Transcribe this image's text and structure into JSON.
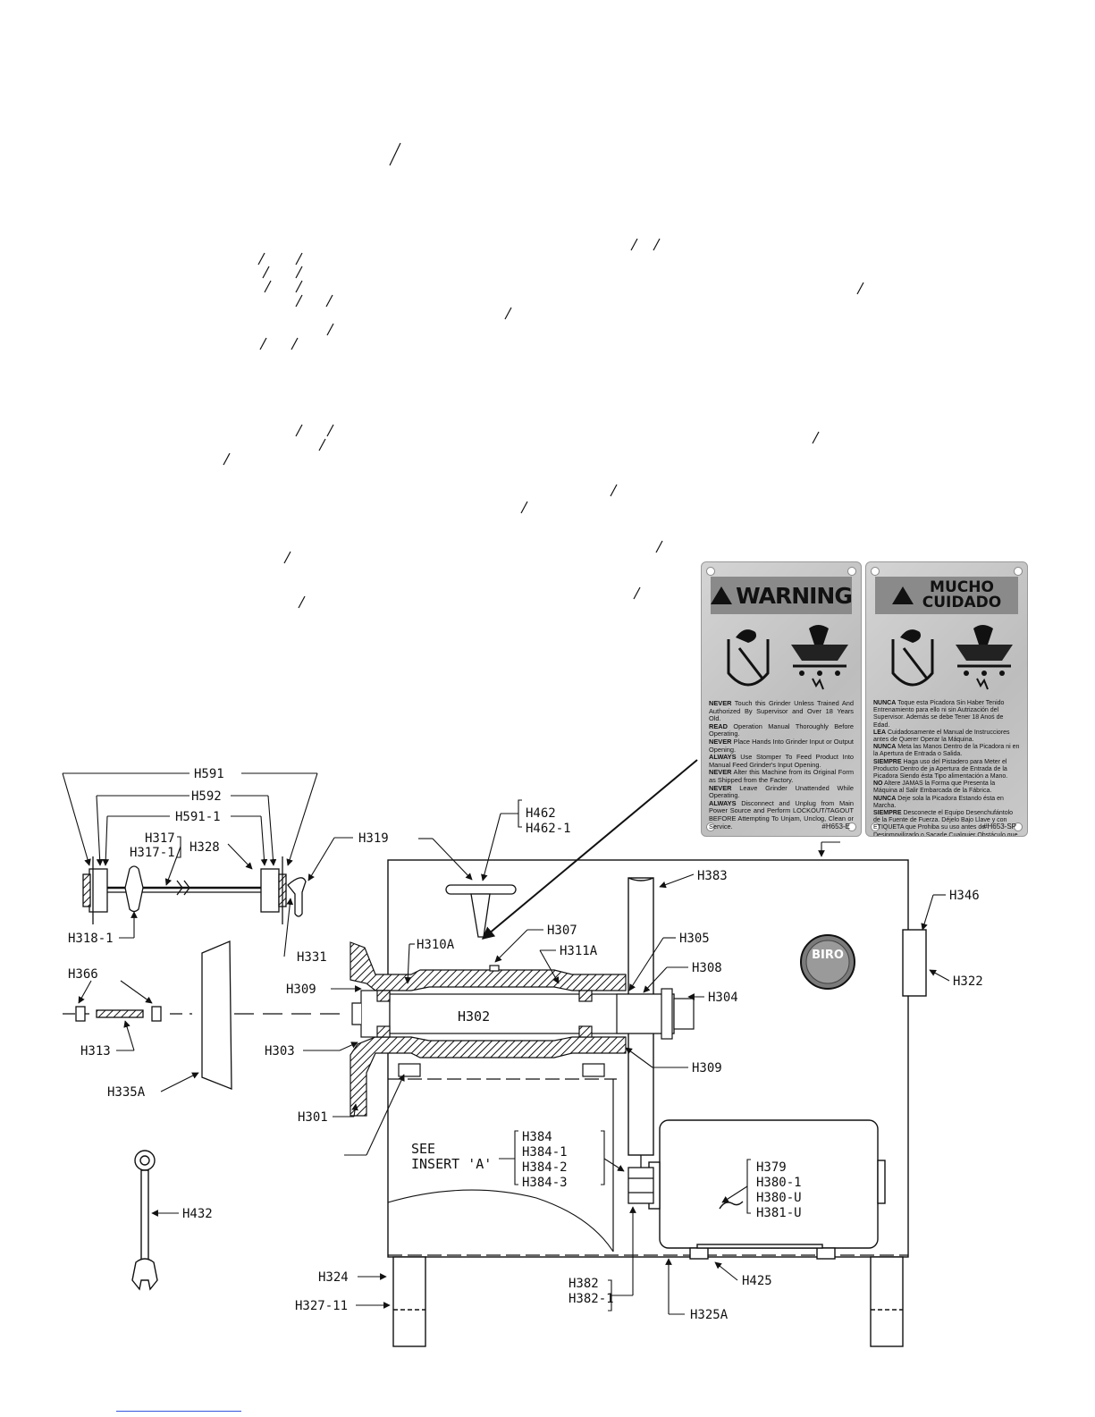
{
  "labels": {
    "h591": "H591",
    "h592": "H592",
    "h591_1": "H591-1",
    "h317": "H317",
    "h317_1": "H317-1",
    "h328": "H328",
    "h319": "H319",
    "h318_1": "H318-1",
    "h331": "H331",
    "h366": "H366",
    "h313": "H313",
    "h335a": "H335A",
    "h309a": "H309",
    "h303": "H303",
    "h301": "H301",
    "h310a": "H310A",
    "h307": "H307",
    "h311a": "H311A",
    "h302": "H302",
    "h305": "H305",
    "h308": "H308",
    "h304": "H304",
    "h309b": "H309",
    "h462": "H462",
    "h462_1": "H462-1",
    "h383": "H383",
    "h346": "H346",
    "h322": "H322",
    "h384": "H384",
    "h384_1": "H384-1",
    "h384_2": "H384-2",
    "h384_3": "H384-3",
    "see_insert_1": "SEE",
    "see_insert_2": "INSERT 'A'",
    "h379": "H379",
    "h380_1": "H380-1",
    "h380_u": "H380-U",
    "h381_u": "H381-U",
    "h432": "H432",
    "h324": "H324",
    "h327_11": "H327-11",
    "h382": "H382",
    "h382_1": "H382-1",
    "h425": "H425",
    "h325a": "H325A"
  },
  "logo": {
    "text": "BIRO"
  },
  "warning_plate": {
    "title": "WARNING",
    "lines": [
      {
        "k": "NEVER",
        "t": " Touch this Grinder Unless Trained And Authorized By Supervisor and Over 18 Years Old."
      },
      {
        "k": "READ",
        "t": " Operation Manual Thoroughly Before Operating."
      },
      {
        "k": "NEVER",
        "t": " Place Hands Into Grinder Input or Output Opening."
      },
      {
        "k": "ALWAYS",
        "t": " Use Stomper To Feed Product Into Manual Feed Grinder's Input Opening."
      },
      {
        "k": "NEVER",
        "t": " Alter this Machine from its Original Form as Shipped from the Factory."
      },
      {
        "k": "NEVER",
        "t": " Leave Grinder Unattended While Operating."
      },
      {
        "k": "ALWAYS",
        "t": " Disconnect and Unplug from Main Power Source and Perform LOCKOUT/TAGOUT BEFORE Attempting To Unjam, Unclog, Clean or Service."
      }
    ],
    "code": "#H653-E"
  },
  "cuidado_plate": {
    "title_1": "MUCHO",
    "title_2": "CUIDADO",
    "lines": [
      {
        "k": "NUNCA",
        "t": " Toque esta Picadora Sin Haber Tenido Entrenamiento para ello ni sin Autrización del Supervisor. Además se debe Tener 18 Anoś de Edad."
      },
      {
        "k": "LEA",
        "t": " Cuidadosamente el Manual de Instrucciores antes de Querer Operar la Máquina."
      },
      {
        "k": "NUNCA",
        "t": " Meta las Manos Dentro de la Picadora ni en la Apertura de Entrada o Salida."
      },
      {
        "k": "SIEMPRE",
        "t": " Haga uso del Pistadero para Meter el Producto Dentro de ja Apertura de Entrada de la Picadora Siendo ésta Tipo alimentación a Mano."
      },
      {
        "k": "NO",
        "t": " Altere JAMAS la Forma que Presenta la Máquina al Salir Embarcada de la Fábrica."
      },
      {
        "k": "NUNCA",
        "t": " Deje sola la Picadora Estando ésta en Marcha."
      },
      {
        "k": "SIEMPRE",
        "t": " Desconecte el Equipo Desenchufántolo de la Fuente de Fuerza. Déjelo Bajo Llave y con ETIQUETA que Prohiba su uso antes de Desinmovilizarlo o Sacarle Cualquier Obstáculo que lo tape o de Limpiarlo o Realizar Trabajos de Mantenimiento."
      }
    ],
    "code": "#H653-SP"
  }
}
